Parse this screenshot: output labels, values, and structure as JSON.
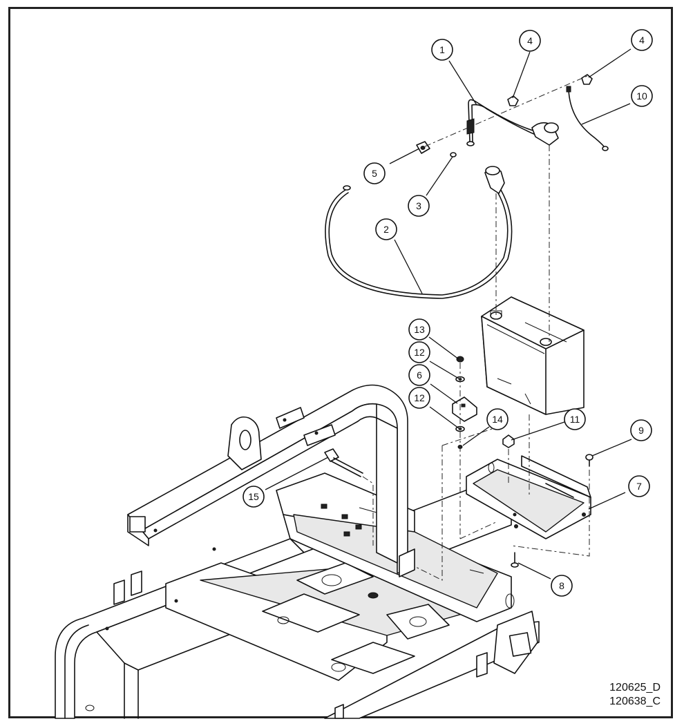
{
  "callouts": [
    {
      "label": "1"
    },
    {
      "label": "2"
    },
    {
      "label": "3"
    },
    {
      "label": "4"
    },
    {
      "label": "4"
    },
    {
      "label": "5"
    },
    {
      "label": "6"
    },
    {
      "label": "7"
    },
    {
      "label": "8"
    },
    {
      "label": "9"
    },
    {
      "label": "10"
    },
    {
      "label": "11"
    },
    {
      "label": "12"
    },
    {
      "label": "12"
    },
    {
      "label": "13"
    },
    {
      "label": "14"
    },
    {
      "label": "15"
    }
  ],
  "drawing_numbers": [
    "120625_D",
    "120638_C"
  ]
}
